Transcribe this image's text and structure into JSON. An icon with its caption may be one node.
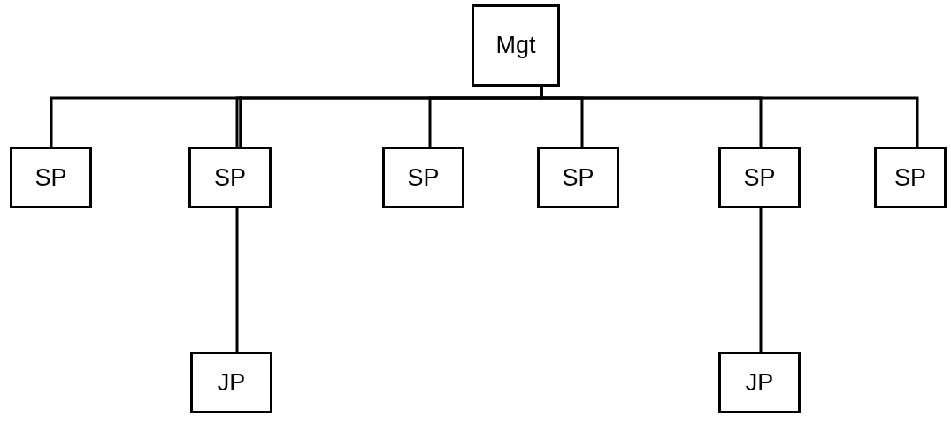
{
  "diagram": {
    "nodes": [
      {
        "text": [
          "Mgt"
        ]
      },
      {
        "text": [
          "SP"
        ]
      },
      {
        "text": [
          "SP"
        ]
      },
      {
        "text": [
          "SP"
        ]
      },
      {
        "text": [
          "SP"
        ]
      },
      {
        "text": [
          "SP"
        ]
      },
      {
        "text": [
          "SP"
        ]
      },
      {
        "text": [
          "JP"
        ]
      },
      {
        "text": [
          "JP"
        ]
      }
    ],
    "edges": [
      {
        "from": 0,
        "to": 1,
        "arrow": "none"
      },
      {
        "from": 0,
        "to": 2,
        "arrow": "none"
      },
      {
        "from": 0,
        "to": 3,
        "arrow": "none"
      },
      {
        "from": 0,
        "to": 4,
        "arrow": "none"
      },
      {
        "from": 0,
        "to": 5,
        "arrow": "none"
      },
      {
        "from": 0,
        "to": 6,
        "arrow": "none"
      },
      {
        "from": 2,
        "to": 7,
        "arrow": "none"
      },
      {
        "from": 5,
        "to": 8,
        "arrow": "none"
      }
    ]
  }
}
